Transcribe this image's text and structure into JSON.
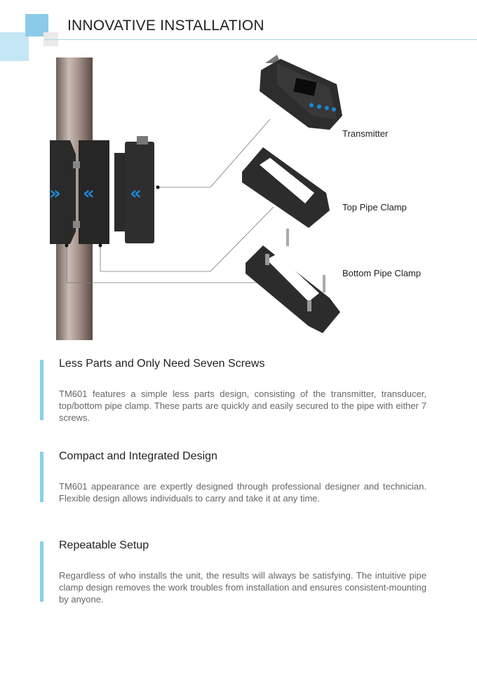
{
  "header": {
    "title": "INNOVATIVE INSTALLATION",
    "accent": "#8ccfea"
  },
  "diagram": {
    "labels": [
      "Transmitter",
      "Top Pipe Clamp",
      "Bottom Pipe Clamp"
    ]
  },
  "sections": [
    {
      "heading": "Less Parts and Only Need Seven Screws",
      "body": "TM601 features a simple less parts design, consisting of the transmitter, transducer, top/bottom pipe clamp. These parts are quickly and easily secured to the pipe with either 7 screws."
    },
    {
      "heading": "Compact and Integrated Design",
      "body": "TM601 appearance are expertly designed through professional designer and technician. Flexible design allows individuals to carry and take it at any time."
    },
    {
      "heading": "Repeatable Setup",
      "body": "Regardless of who installs the unit, the results will always be satisfying. The intuitive pipe clamp design removes the work troubles from installation and ensures consistent-mounting by anyone."
    }
  ]
}
